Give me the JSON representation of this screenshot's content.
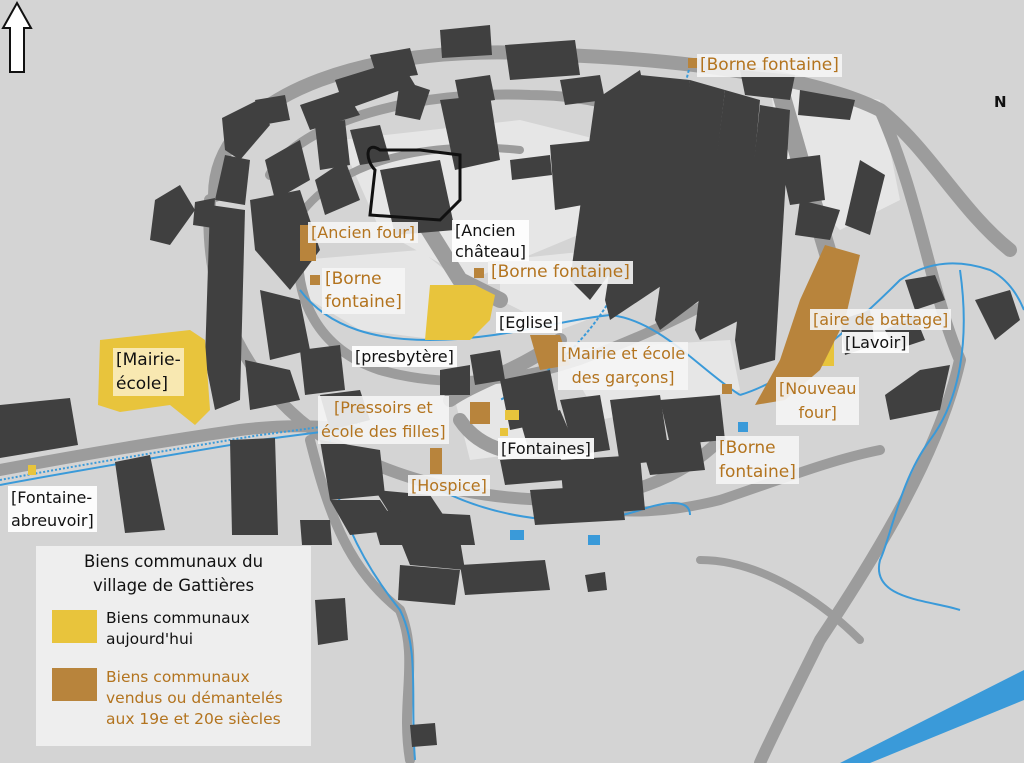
{
  "map": {
    "labels": {
      "borne_fontaine_ne": "[Borne fontaine]",
      "ancien_four": "[Ancien four]",
      "ancien_chateau": "[Ancien\nchâteau]",
      "borne_fontaine_w": "[Borne\nfontaine]",
      "borne_fontaine_c": "[Borne fontaine]",
      "mairie_ecole": "[Mairie-\nécole]",
      "eglise": "[Eglise]",
      "aire_battage": "[aire de battage]",
      "presbytere": "[presbytère]",
      "mairie_garcons": "[Mairie et école\ndes garçons]",
      "lavoir": "[Lavoir]",
      "nouveau_four": "[Nouveau\nfour]",
      "pressoirs": "[Pressoirs et\nécole des filles]",
      "fontaines": "[Fontaines]",
      "borne_fontaine_se": "[Borne\nfontaine]",
      "hospice": "[Hospice]",
      "fontaine_abreuvoir": "[Fontaine-\nabreuvoir]"
    },
    "north_letter": "N",
    "colors": {
      "background": "#d4d4d4",
      "building": "#404040",
      "road": "#9c9c9c",
      "water": "#3a9ad9",
      "communal_today": "#e8c43c",
      "communal_sold": "#b8843c",
      "label_brown": "#b3741f"
    },
    "icons": [
      "north-arrow-icon"
    ]
  },
  "legend": {
    "title": "Biens communaux du\nvillage de Gattières",
    "items": [
      {
        "label": "Biens communaux\naujourd'hui",
        "color": "#e8c43c"
      },
      {
        "label": "Biens communaux\nvendus ou démantelés\naux 19e et 20e siècles",
        "color": "#b8843c"
      }
    ]
  }
}
